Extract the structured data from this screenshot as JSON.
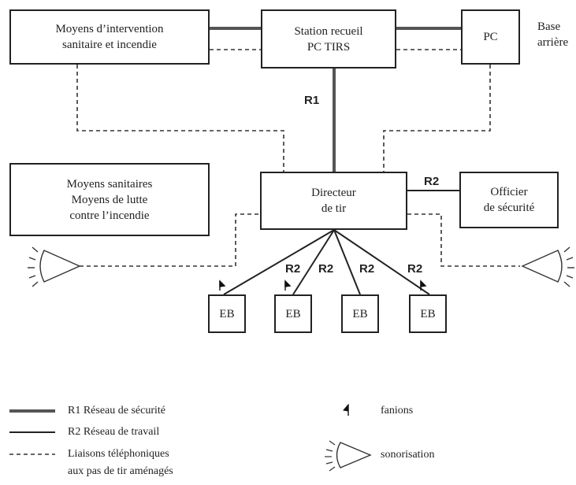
{
  "boxes": {
    "intervention": {
      "line1": "Moyens d’intervention",
      "line2": "sanitaire et incendie"
    },
    "station": {
      "line1": "Station recueil",
      "line2": "PC TIRS"
    },
    "pc": {
      "label": "PC"
    },
    "base": {
      "line1": "Base",
      "line2": "arrière"
    },
    "sanitaires": {
      "line1": "Moyens sanitaires",
      "line2": "Moyens de lutte",
      "line3": "contre l’incendie"
    },
    "directeur": {
      "line1": "Directeur",
      "line2": "de tir"
    },
    "officier": {
      "line1": "Officier",
      "line2": "de sécurité"
    },
    "eb": [
      "EB",
      "EB",
      "EB",
      "EB"
    ]
  },
  "links": {
    "r1": "R1",
    "r2_officier": "R2",
    "r2_eb": [
      "R2",
      "R2",
      "R2",
      "R2"
    ]
  },
  "legend": {
    "r1": "R1  Réseau de sécurité",
    "r2": "R2  Réseau de travail",
    "phone_line1": "Liaisons téléphoniques",
    "phone_line2": "aux pas de tir aménagés",
    "fanions": "fanions",
    "sonorisation": "sonorisation"
  }
}
